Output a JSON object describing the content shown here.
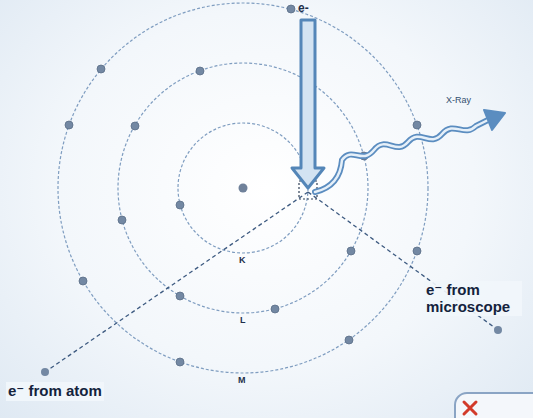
{
  "diagram": {
    "labels": [
      "e-",
      "X-Ray",
      "K",
      "L",
      "M",
      "e⁻ from microscope",
      "e⁻ from atom"
    ]
  }
}
